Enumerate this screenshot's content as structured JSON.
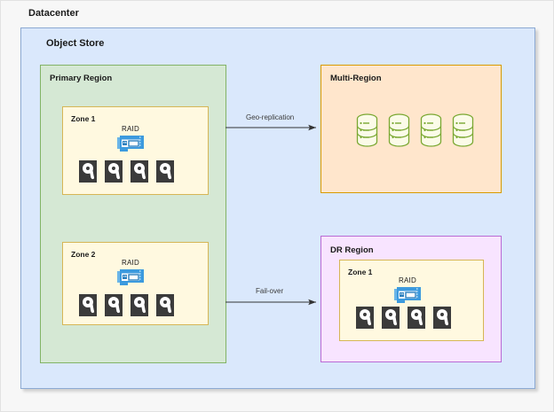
{
  "diagram": {
    "title": "Datacenter",
    "type": "architecture-diagram"
  },
  "containers": {
    "object_store": {
      "title": "Object Store",
      "fill": "#dae8fc",
      "stroke": "#8ca9d2"
    },
    "primary_region": {
      "title": "Primary Region",
      "fill": "#d5e8d4",
      "stroke": "#82b366"
    },
    "multi_region": {
      "title": "Multi-Region",
      "fill": "#ffe6cc",
      "stroke": "#d79b00"
    },
    "dr_region": {
      "title": "DR Region",
      "fill": "#f8e4ff",
      "stroke": "#b96bd4"
    }
  },
  "zones": [
    {
      "id": "zone-1-primary",
      "title": "Zone 1",
      "raid_label": "RAID",
      "disk_count": 4,
      "parent": "Primary Region"
    },
    {
      "id": "zone-2-primary",
      "title": "Zone 2",
      "raid_label": "RAID",
      "disk_count": 4,
      "parent": "Primary Region"
    },
    {
      "id": "zone-1-dr",
      "title": "Zone 1",
      "raid_label": "RAID",
      "disk_count": 4,
      "parent": "DR Region"
    }
  ],
  "multi_region_storage": {
    "cylinder_count": 4,
    "cylinder_color": "#7aa832",
    "cylinder_fill": "#fbfbe8"
  },
  "edges": [
    {
      "id": "geo-replication",
      "label": "Geo-replication",
      "from": "Primary Region",
      "to": "Multi-Region"
    },
    {
      "id": "fail-over",
      "label": "Fail-over",
      "from": "Primary Region",
      "to": "DR Region"
    }
  ],
  "icons": {
    "raid_card": "raid-controller-card-icon",
    "disk": "hard-disk-drive-icon",
    "cylinder": "database-cylinder-icon"
  },
  "colors": {
    "page_background": "#f7f7f7",
    "raid_card_blue": "#3c9ade",
    "disk_dark": "#3b3b3b",
    "edge_stroke": "#333333"
  }
}
